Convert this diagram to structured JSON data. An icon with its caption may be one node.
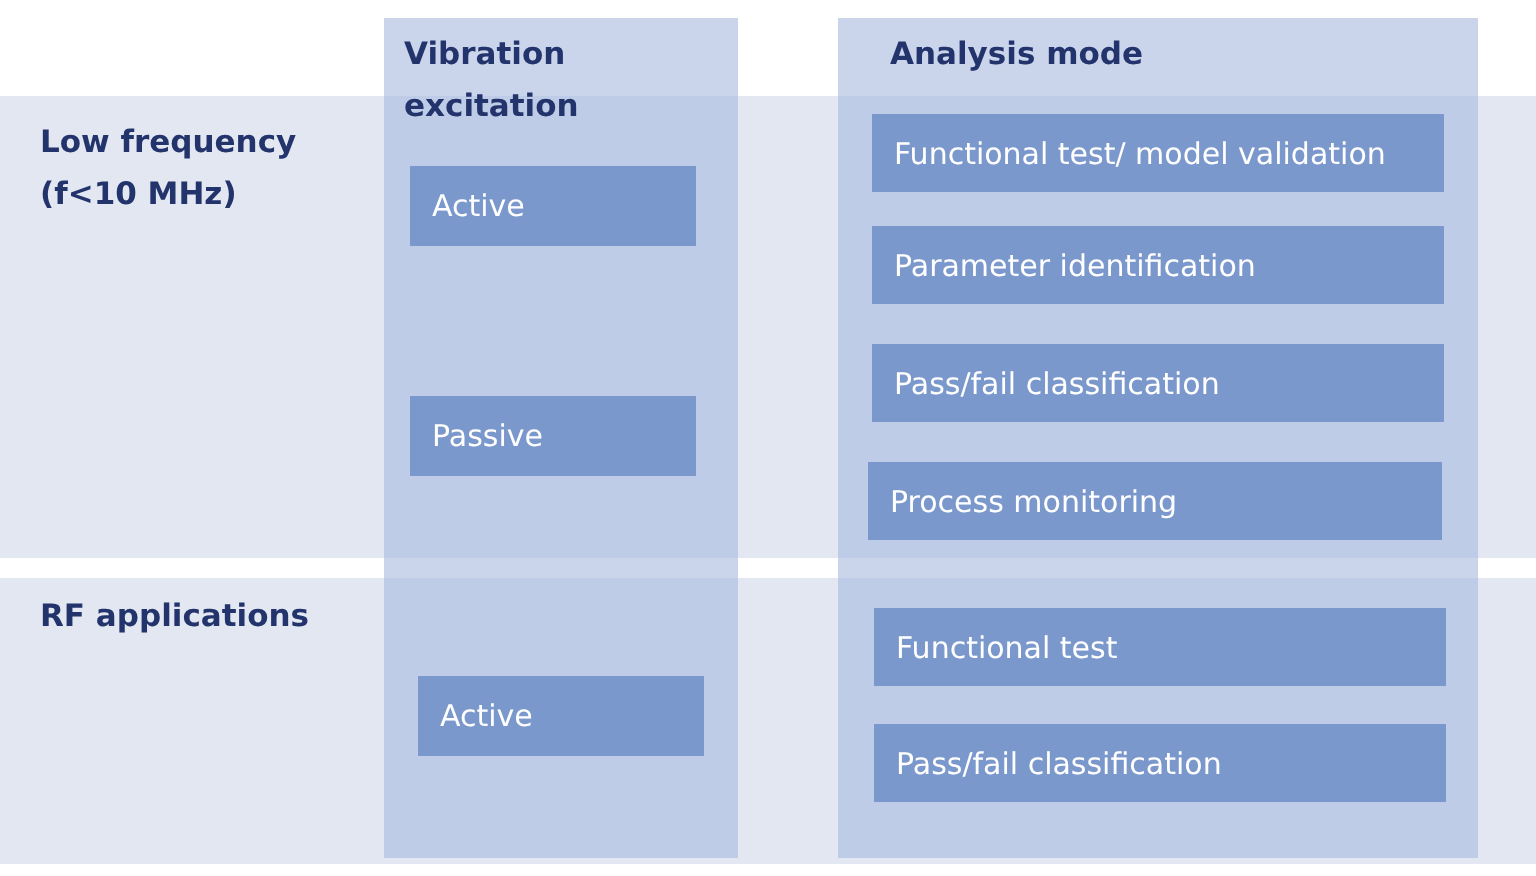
{
  "diagram": {
    "nodes": [
      {
        "text": [
          "Vibration excitation"
        ]
      },
      {
        "text": [
          "Analysis mode"
        ]
      },
      {
        "text": [
          "Low frequency (f<10 MHz)"
        ]
      },
      {
        "text": [
          "Active"
        ]
      },
      {
        "text": [
          "Functional test/ model validation"
        ]
      },
      {
        "text": [
          "Parameter identification"
        ]
      },
      {
        "text": [
          "Pass/fail classification"
        ]
      },
      {
        "text": [
          "Passive"
        ]
      },
      {
        "text": [
          "Process monitoring"
        ]
      },
      {
        "text": [
          "RF applications"
        ]
      },
      {
        "text": [
          "Functional test"
        ]
      },
      {
        "text": [
          "Active"
        ]
      },
      {
        "text": [
          "Pass/fail classification"
        ]
      }
    ]
  }
}
